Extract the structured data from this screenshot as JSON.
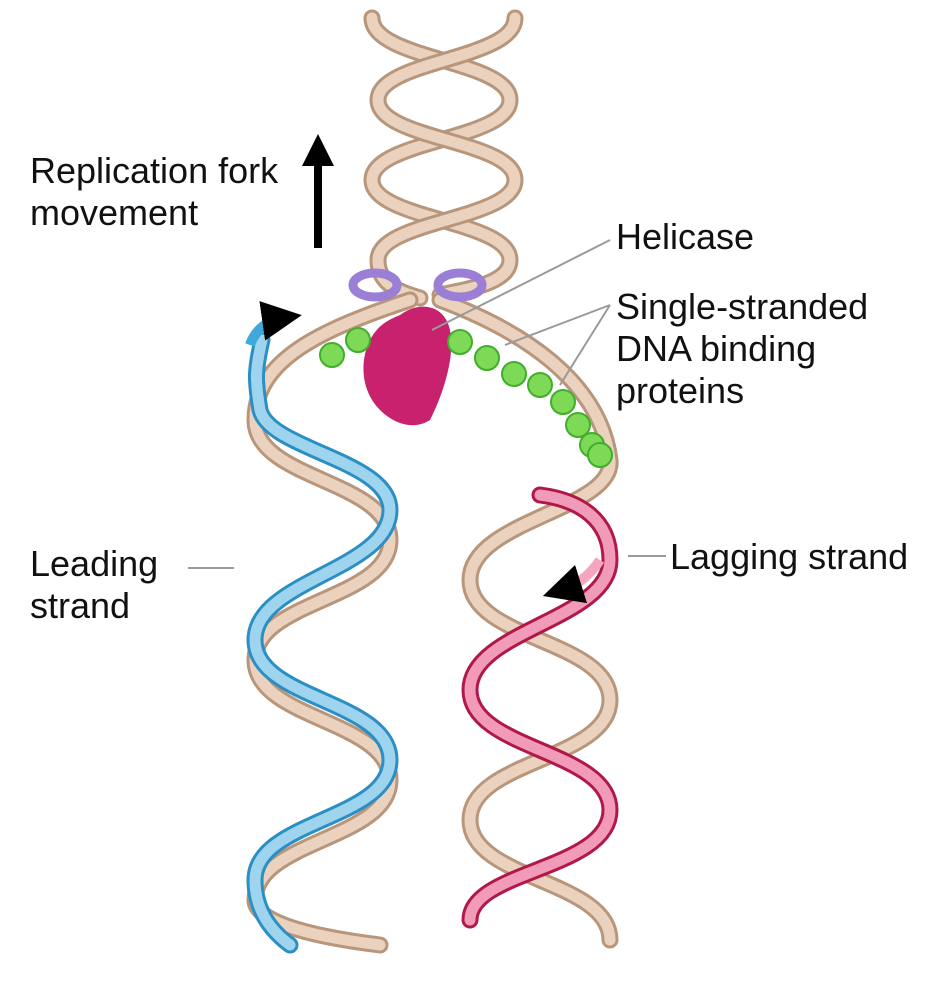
{
  "labels": {
    "fork_line1": "Replication fork",
    "fork_line2": "movement",
    "helicase": "Helicase",
    "ssb_line1": "Single-stranded",
    "ssb_line2": "DNA binding",
    "ssb_line3": "proteins",
    "leading_line1": "Leading",
    "leading_line2": "strand",
    "lagging": "Lagging strand"
  },
  "colors": {
    "parent_strand": "#d9b9a0",
    "parent_strand_dark": "#b8967c",
    "leading_new": "#3fa9dc",
    "leading_light": "#a9daf2",
    "lagging_new": "#e0245e",
    "lagging_light": "#f4a6c0",
    "helicase": "#c8216e",
    "helicase_arrows": "#b79ae6",
    "ssb": "#7ed957",
    "ssb_dark": "#3fae2a",
    "arrow": "#000000",
    "leader_line": "#9a9a9a"
  }
}
